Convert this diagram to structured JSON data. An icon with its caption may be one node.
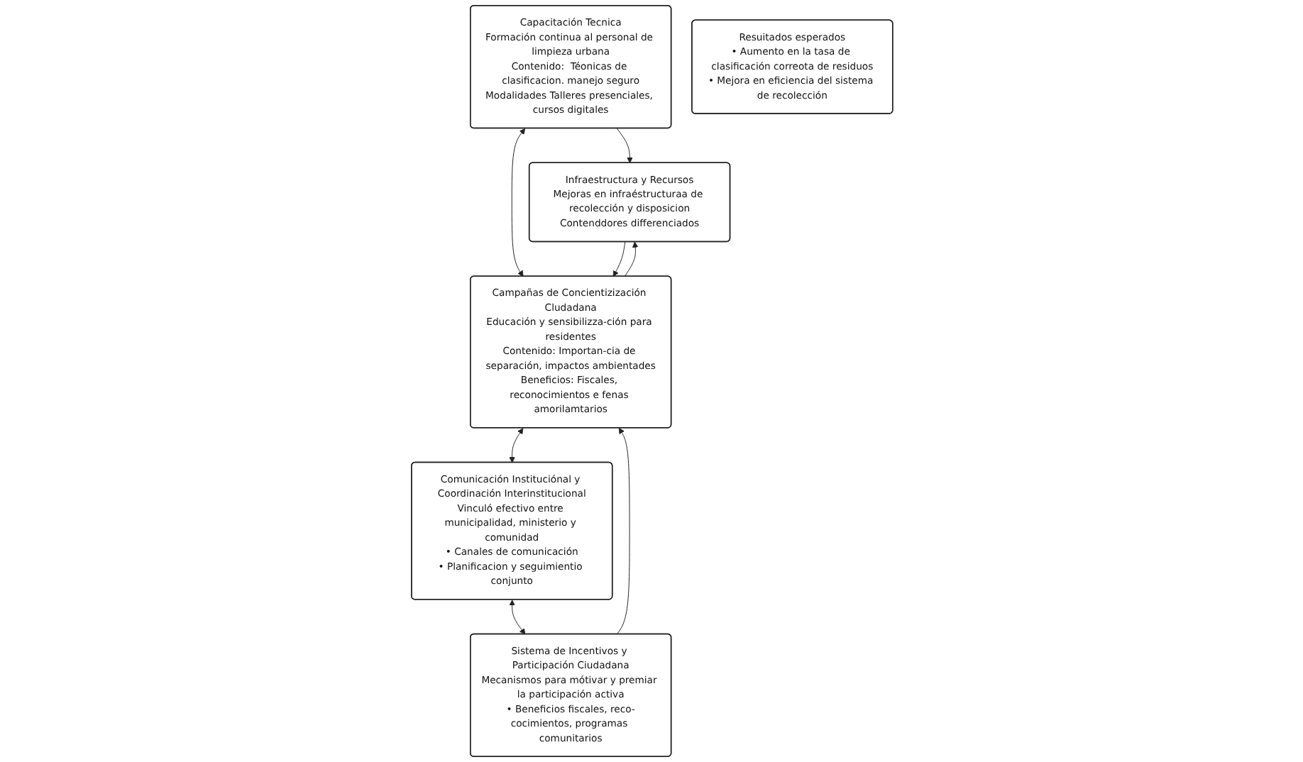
{
  "diagram": {
    "nodes": [
      {
        "text": [
          "Capacitación Tecnica",
          "Formación continua al personal de limpieza urbana",
          "Contenido:  Téonicas de clasificacion. manejo seguro",
          "Modalidades Talleres presenciales, cursos digitales"
        ]
      },
      {
        "text": [
          "Campañas de Concientizización Cludadana",
          "Educación y sensibilizza-ción para residentes",
          "Contenido: Importan-cia de separación, impactos ambientades",
          "Beneficios: Fiscales, reconocimientos e fenas amorilamtarios"
        ]
      },
      {
        "text": [
          "Comunicación Instituciónal y Coordinación Interinstitucional",
          "Vinculó efectivo entre municipalidad, ministerio y comunidad",
          "• Canales de comunicación",
          "• Planificacion y seguimientio conjunto"
        ]
      },
      {
        "text": [
          "Infraestructura y Recursos",
          "Mejoras en infraéstructuraa de recolección y disposicion",
          "Contenddores differenciados"
        ]
      },
      {
        "text": [
          "Sistema de Incentivos y Participación Ciudadana",
          "Mecanismos para mótivar y premiar la participación activa",
          "• Beneficios fiscales, reco-cocimientos, programas comunitarios"
        ]
      },
      {
        "text": [
          "Resuitados esperados",
          "• Aumento en la tasa de clasificación correota de residuos",
          "• Mejora en eficiencia del sistema de recolección"
        ]
      }
    ],
    "edges": [
      {
        "from": 0,
        "to": 3,
        "arrow": "to"
      },
      {
        "from": 0,
        "to": 1,
        "arrow": "both"
      },
      {
        "from": 3,
        "to": 1,
        "arrow": "to"
      },
      {
        "from": 1,
        "to": 3,
        "arrow": "to"
      },
      {
        "from": 1,
        "to": 2,
        "arrow": "both"
      },
      {
        "from": 4,
        "to": 1,
        "arrow": "to"
      },
      {
        "from": 2,
        "to": 4,
        "arrow": "both"
      }
    ]
  }
}
